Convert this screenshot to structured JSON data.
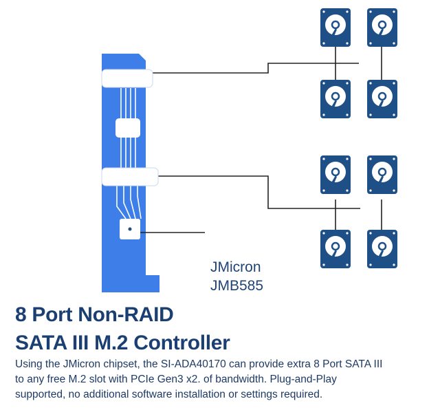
{
  "chip": {
    "line1": "JMicron",
    "line2": "JMB585"
  },
  "heading": {
    "line1": "8 Port Non-RAID",
    "line2": "SATA III M.2 Controller"
  },
  "description": {
    "line1": "Using the JMicron chipset, the SI-ADA40170 can provide extra 8 Port SATA III",
    "line2": "to any free M.2 slot with PCIe Gen3 x2. of bandwidth. Plug-and-Play",
    "line3": "supported, no additional software installation or settings required."
  },
  "colors": {
    "board": "#3d7ee8",
    "drive": "#1f4f87",
    "drive_disk": "#ffffff",
    "line": "#222222",
    "text": "#1b3f72"
  },
  "drive_count": 8
}
